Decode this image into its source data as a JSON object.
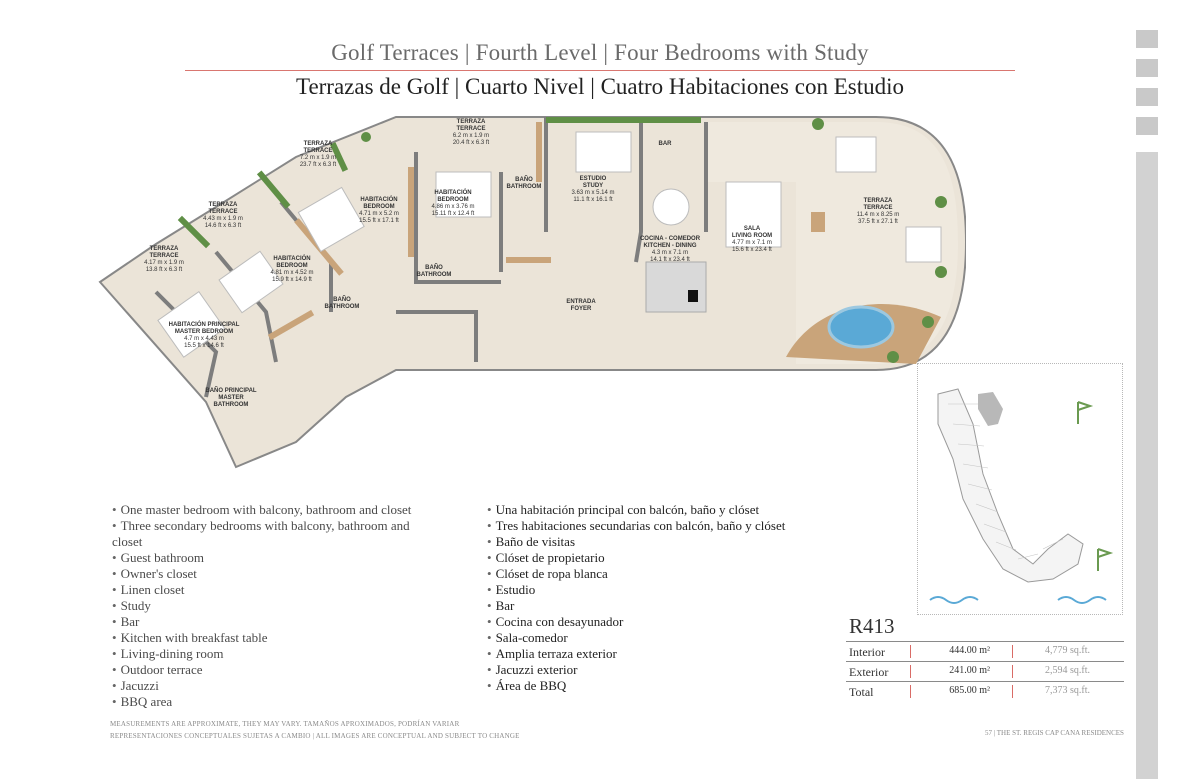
{
  "header": {
    "title_en": "Golf Terraces | Fourth Level | Four Bedrooms with Study",
    "title_es": "Terrazas de Golf  |  Cuarto Nivel  | Cuatro Habitaciones con Estudio"
  },
  "plan": {
    "rooms": [
      {
        "name": "TERRAZA\nTERRACE",
        "dims": "6.2 m x 1.9 m\n20.4 ft x 6.3 ft"
      },
      {
        "name": "BAR",
        "dims": ""
      },
      {
        "name": "TERRAZA\nTERRACE",
        "dims": "7.2 m x 1.9 m\n23.7 ft x 6.3 ft"
      },
      {
        "name": "BAÑO\nBATHROOM",
        "dims": ""
      },
      {
        "name": "ESTUDIO\nSTUDY",
        "dims": "3.63 m x 5.14 m\n11.1 ft x 16.1 ft"
      },
      {
        "name": "HABITACIÓN\nBEDROOM",
        "dims": "4.86 m x 3.76 m\n15.11 ft x 12.4 ft"
      },
      {
        "name": "TERRAZA\nTERRACE",
        "dims": "4.43 m x 1.9 m\n14.6 ft x 6.3 ft"
      },
      {
        "name": "HABITACIÓN\nBEDROOM",
        "dims": "4.71 m x 5.2 m\n15.5 ft x 17.1 ft"
      },
      {
        "name": "TERRAZA\nTERRACE",
        "dims": "11.4 m x 8.25 m\n37.5 ft x 27.1 ft"
      },
      {
        "name": "SALA\nLIVING ROOM",
        "dims": "4.77 m x 7.1 m\n15.6 ft x 23.4 ft"
      },
      {
        "name": "COCINA - COMEDOR\nKITCHEN - DINING",
        "dims": "4.3 m x 7.1 m\n14.1 ft x 23.4 ft"
      },
      {
        "name": "TERRAZA\nTERRACE",
        "dims": "4.17 m x 1.9 m\n13.8 ft x 6.3 ft"
      },
      {
        "name": "HABITACIÓN\nBEDROOM",
        "dims": "4.81 m x 4.52 m\n15.9 ft x 14.9 ft"
      },
      {
        "name": "BAÑO\nBATHROOM",
        "dims": ""
      },
      {
        "name": "BAÑO\nBATHROOM",
        "dims": ""
      },
      {
        "name": "ENTRADA\nFOYER",
        "dims": ""
      },
      {
        "name": "HABITACIÓN PRINCIPAL\nMASTER BEDROOM",
        "dims": "4.7 m x 4.43 m\n15.5 ft x 14.6 ft"
      },
      {
        "name": "BAÑO PRINCIPAL\nMASTER\nBATHROOM",
        "dims": ""
      }
    ]
  },
  "features_en": [
    "One master bedroom with balcony, bathroom and closet",
    "Three secondary bedrooms with balcony, bathroom and closet",
    "Guest bathroom",
    "Owner's closet",
    "Linen closet",
    "Study",
    "Bar",
    "Kitchen with breakfast table",
    "Living-dining room",
    "Outdoor terrace",
    "Jacuzzi",
    "BBQ area"
  ],
  "features_es": [
    "Una habitación principal con balcón, baño y clóset",
    "Tres habitaciones secundarias con balcón, baño y clóset",
    "Baño de visitas",
    "Clóset de propietario",
    "Clóset de ropa blanca",
    "Estudio",
    "Bar",
    "Cocina con desayunador",
    "Sala-comedor",
    "Amplia terraza exterior",
    "Jacuzzi exterior",
    "Área de BBQ"
  ],
  "unit": {
    "code": "R413",
    "areas": [
      {
        "label": "Interior",
        "m2": "444.00 m²",
        "sqft": "4,779 sq.ft."
      },
      {
        "label": "Exterior",
        "m2": "241.00 m²",
        "sqft": "2,594 sq.ft."
      },
      {
        "label": "Total",
        "m2": "685.00  m²",
        "sqft": "7,373 sq.ft."
      }
    ]
  },
  "footer": {
    "note_1": "MEASUREMENTS ARE APPROXIMATE, THEY MAY VARY. TAMAÑOS APROXIMADOS, PODRÍAN VARIAR",
    "note_2": "REPRESENTACIONES CONCEPTUALES SUJETAS A CAMBIO | ALL IMAGES ARE CONCEPTUAL AND SUBJECT TO CHANGE",
    "page": "57  | THE ST. REGIS CAP CANA RESIDENCES"
  },
  "colors": {
    "accent_red": "#d96b66",
    "floor": "#e9e2d6",
    "wall": "#7d7d7d",
    "wood": "#c9a47a",
    "greenery": "#5f8f46",
    "pool": "#5aa9d6"
  }
}
